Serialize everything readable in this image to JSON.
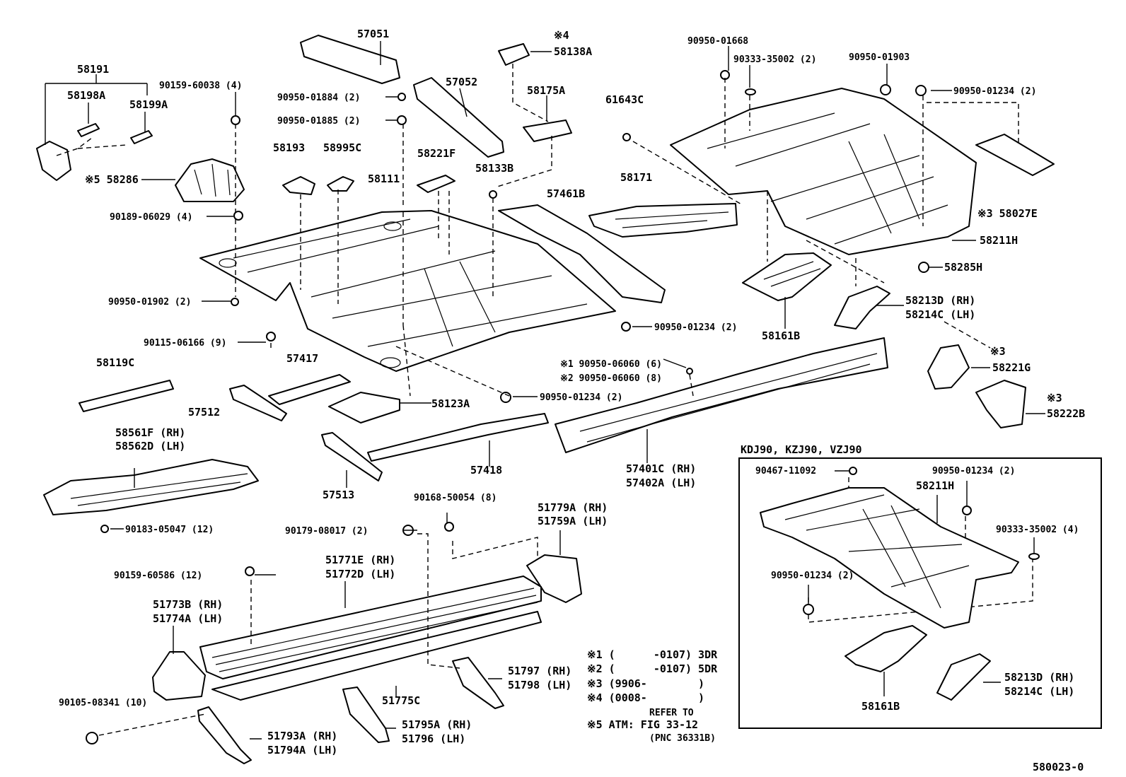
{
  "labels": {
    "p58191": "58191",
    "p58198A": "58198A",
    "p58199A": "58199A",
    "p57051": "57051",
    "p57052": "57052",
    "n4_mark": "※4",
    "p58138A": "58138A",
    "p58175A": "58175A",
    "p90159_60038": "90159-60038 (4)",
    "p90950_01884": "90950-01884 (2)",
    "p90950_01885": "90950-01885 (2)",
    "p58193": "58193",
    "p58995C": "58995C",
    "p58221F": "58221F",
    "p58133B": "58133B",
    "p58111": "58111",
    "p58286": "※5 58286",
    "p90189_06029": "90189-06029 (4)",
    "p61643C": "61643C",
    "p57461B": "57461B",
    "p58171": "58171",
    "p90950_01668": "90950-01668",
    "p90333_35002": "90333-35002 (2)",
    "p90950_01903": "90950-01903",
    "p90950_01234_a": "90950-01234 (2)",
    "p58027E": "※3 58027E",
    "p58211H": "58211H",
    "p58285H": "58285H",
    "p58213D": "58213D (RH)",
    "p58214C": "58214C (LH)",
    "p58161B": "58161B",
    "p90950_01902": "90950-01902 (2)",
    "p90950_01234_b": "90950-01234 (2)",
    "p90115_06166": "90115-06166 (9)",
    "p58119C": "58119C",
    "p57417": "57417",
    "p57512": "57512",
    "p58123A": "58123A",
    "p90950_01234_c": "90950-01234 (2)",
    "n1_bolt": "※1  90950-06060 (6)",
    "n2_bolt": "※2  90950-06060 (8)",
    "n3_a": "※3",
    "p58221G": "58221G",
    "n3_b": "※3",
    "p58222B": "58222B",
    "p58561F": "58561F (RH)",
    "p58562D": "58562D (LH)",
    "p57513": "57513",
    "p57418": "57418",
    "p57401C": "57401C (RH)",
    "p57402A": "57402A (LH)",
    "p90183_05047": "90183-05047 (12)",
    "p90168_50054": "90168-50054 (8)",
    "p51779A": "51779A (RH)",
    "p51759A": "51759A (LH)",
    "p90179_08017": "90179-08017 (2)",
    "p51771E": "51771E (RH)",
    "p51772D": "51772D (LH)",
    "p90159_60586": "90159-60586 (12)",
    "p51773B": "51773B (RH)",
    "p51774A": "51774A (LH)",
    "p51775C": "51775C",
    "p51797": "51797 (RH)",
    "p51798": "51798 (LH)",
    "p90105_08341": "90105-08341 (10)",
    "p51793A": "51793A (RH)",
    "p51794A": "51794A (LH)",
    "p51795A": "51795A (RH)",
    "p51796": "51796   (LH)"
  },
  "inset": {
    "title": "KDJ90, KZJ90, VZJ90",
    "p90467_11092": "90467-11092",
    "p90950_01234_top": "90950-01234 (2)",
    "p58211H": "58211H",
    "p90333_35002": "90333-35002 (4)",
    "p90950_01234_left": "90950-01234 (2)",
    "p58161B": "58161B",
    "p58213D": "58213D (RH)",
    "p58214C": "58214C (LH)"
  },
  "notes": {
    "n1": "※1 (      -0107) 3DR",
    "n2": "※2 (      -0107) 5DR",
    "n3": "※3 (9906-        )",
    "n4": "※4 (0008-        )",
    "n5_line1": "REFER TO",
    "n5_line2": "※5 ATM: FIG 33-12",
    "n5_line3": "(PNC 36331B)"
  },
  "figure_id": "580023-0"
}
